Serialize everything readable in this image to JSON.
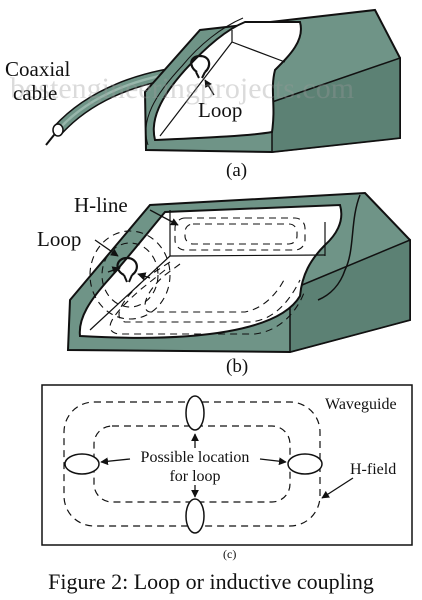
{
  "watermark": "bestengineeringprojects.com",
  "colors": {
    "metal": "#6f9487",
    "metal_dark": "#4d6f63",
    "metal_light": "#8fb0a4",
    "interior": "#ffffff",
    "ink": "#111111"
  },
  "panel_a": {
    "label_coaxial_line1": "Coaxial",
    "label_coaxial_line2": "cable",
    "label_loop": "Loop",
    "caption": "(a)"
  },
  "panel_b": {
    "label_hline": "H-line",
    "label_loop": "Loop",
    "caption": "(b)"
  },
  "panel_c": {
    "label_waveguide": "Waveguide",
    "label_possible_line1": "Possible location",
    "label_possible_line2": "for loop",
    "label_hfield": "H-field",
    "caption": "(c)"
  },
  "figure_caption": "Figure 2: Loop or inductive coupling"
}
